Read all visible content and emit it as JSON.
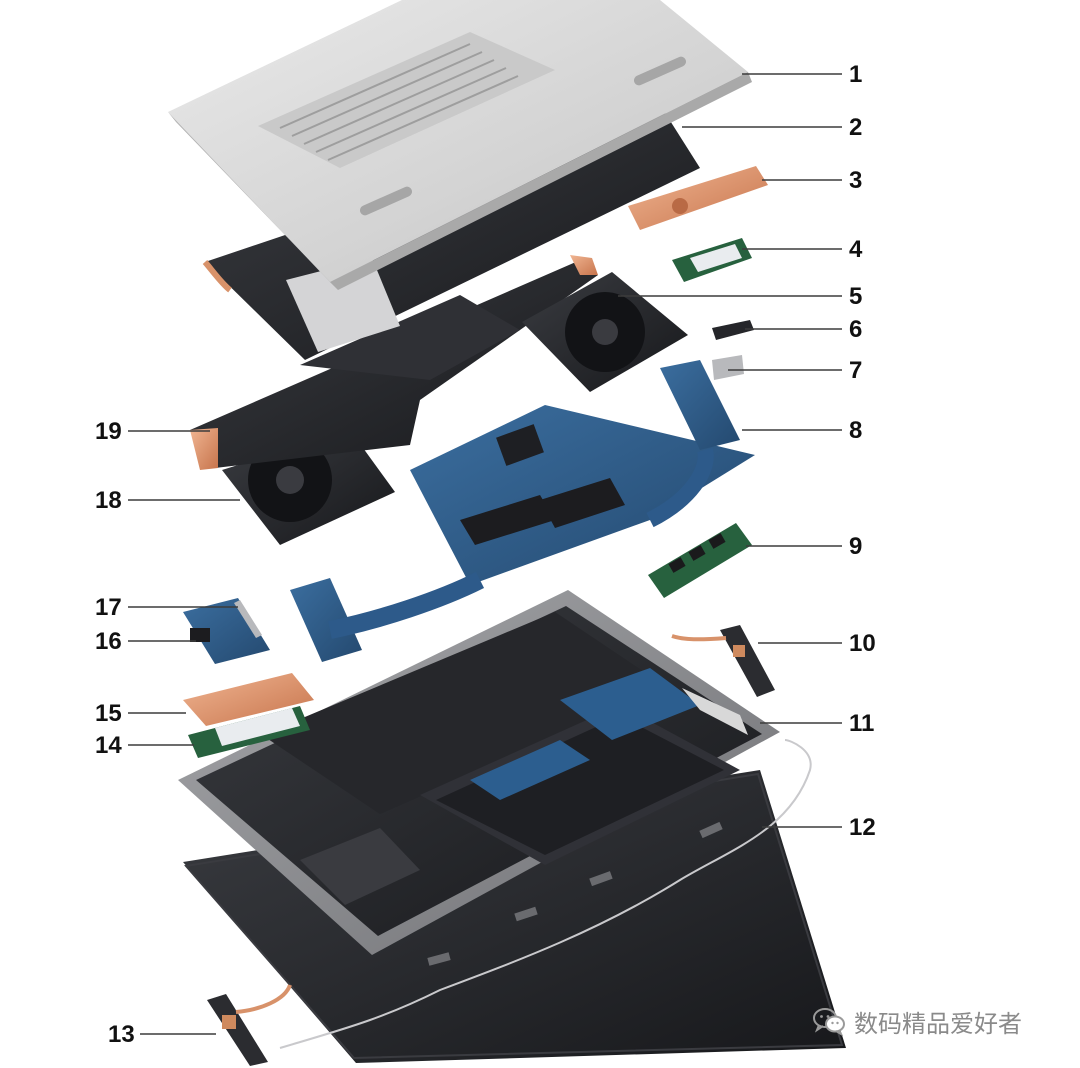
{
  "diagram": {
    "callouts": [
      "1",
      "2",
      "3",
      "4",
      "5",
      "6",
      "7",
      "8",
      "9",
      "10",
      "11",
      "12",
      "13",
      "14",
      "15",
      "16",
      "17",
      "18",
      "19"
    ],
    "colors": {
      "leader": "#3c3c3c",
      "base_cover": "#d6d6d6",
      "battery": "#2a2c30",
      "copper": "#d8926a",
      "pcb": "#2d5a8a",
      "ssd_pcb": "#27613e",
      "fan": "#202124",
      "palmrest": "#2b2c2f",
      "frame": "#8e8f92",
      "display": "#1d1e22"
    }
  },
  "watermark": {
    "icon": "wechat-icon",
    "text": "数码精品爱好者"
  }
}
